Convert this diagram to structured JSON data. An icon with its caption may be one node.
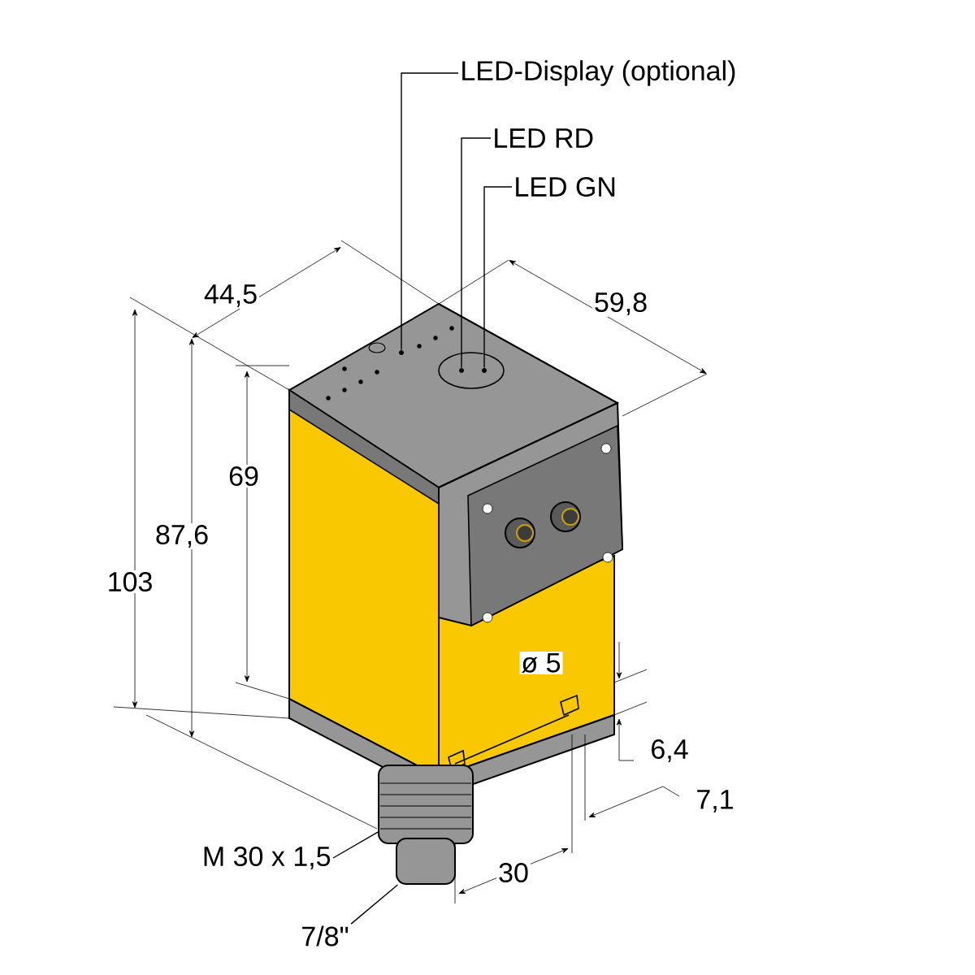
{
  "diagram": {
    "nodes": [
      {
        "text": [
          "LED-Display (optional)"
        ]
      },
      {
        "text": [],
        "shape": "circle"
      },
      {
        "text": [
          "LED RD"
        ]
      },
      {
        "text": [],
        "shape": "circle"
      },
      {
        "text": [
          "LED GN"
        ]
      },
      {
        "text": [],
        "shape": "circle"
      },
      {
        "text": [
          "M 30 x 1,5"
        ]
      },
      {
        "text": [],
        "shape": "cylinder"
      },
      {
        "text": [
          "7/8\""
        ]
      },
      {
        "text": [],
        "shape": "cylinder"
      }
    ],
    "edges": [
      {
        "from": 0,
        "to": 1,
        "arrow": "none"
      },
      {
        "from": 2,
        "to": 3,
        "arrow": "none"
      },
      {
        "from": 4,
        "to": 5,
        "arrow": "none"
      },
      {
        "from": 6,
        "to": 7,
        "arrow": "none"
      },
      {
        "from": 8,
        "to": 9,
        "arrow": "none"
      }
    ],
    "labels": [
      "44,5",
      "59,8",
      "69",
      "87,6",
      "103",
      "ø 5",
      "6,4",
      "7,1",
      "30"
    ]
  }
}
